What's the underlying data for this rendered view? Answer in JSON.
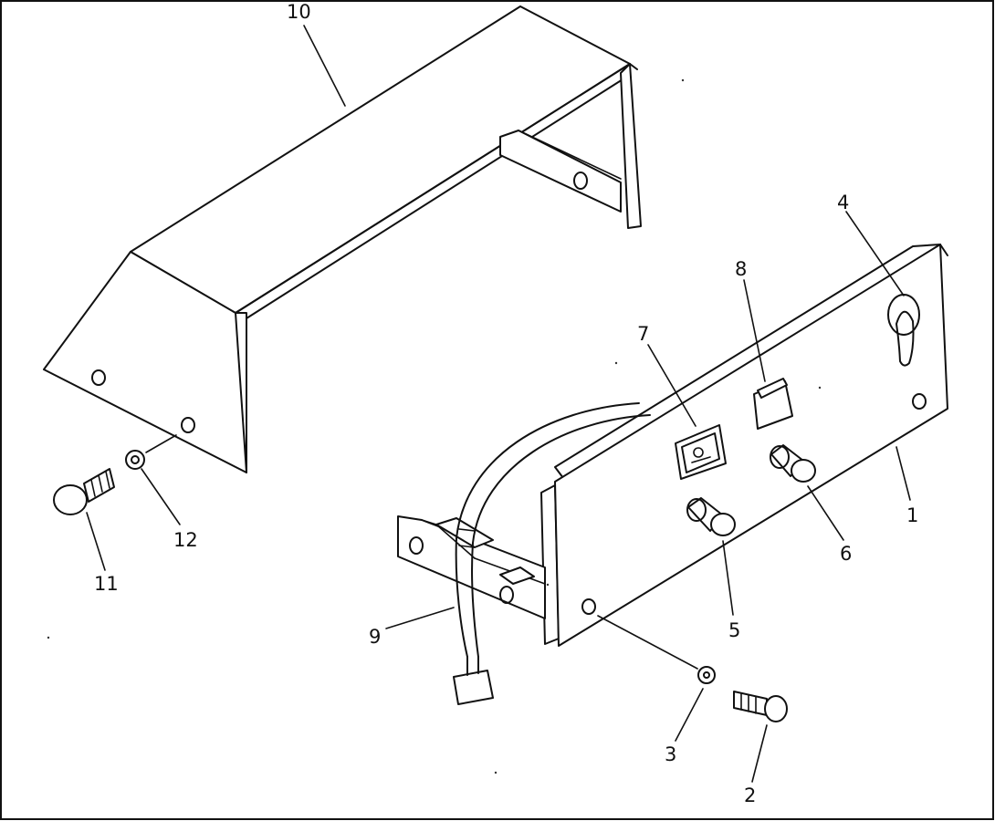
{
  "callouts": [
    {
      "id": "1",
      "label": "1",
      "part": "panel"
    },
    {
      "id": "2",
      "label": "2",
      "part": "bolt"
    },
    {
      "id": "3",
      "label": "3",
      "part": "washer"
    },
    {
      "id": "4",
      "label": "4",
      "part": "key-switch"
    },
    {
      "id": "5",
      "label": "5",
      "part": "pilot-lamp"
    },
    {
      "id": "6",
      "label": "6",
      "part": "pilot-lamp"
    },
    {
      "id": "7",
      "label": "7",
      "part": "switch"
    },
    {
      "id": "8",
      "label": "8",
      "part": "switch"
    },
    {
      "id": "9",
      "label": "9",
      "part": "wiring-harness"
    },
    {
      "id": "10",
      "label": "10",
      "part": "cover"
    },
    {
      "id": "11",
      "label": "11",
      "part": "bolt"
    },
    {
      "id": "12",
      "label": "12",
      "part": "washer"
    }
  ]
}
